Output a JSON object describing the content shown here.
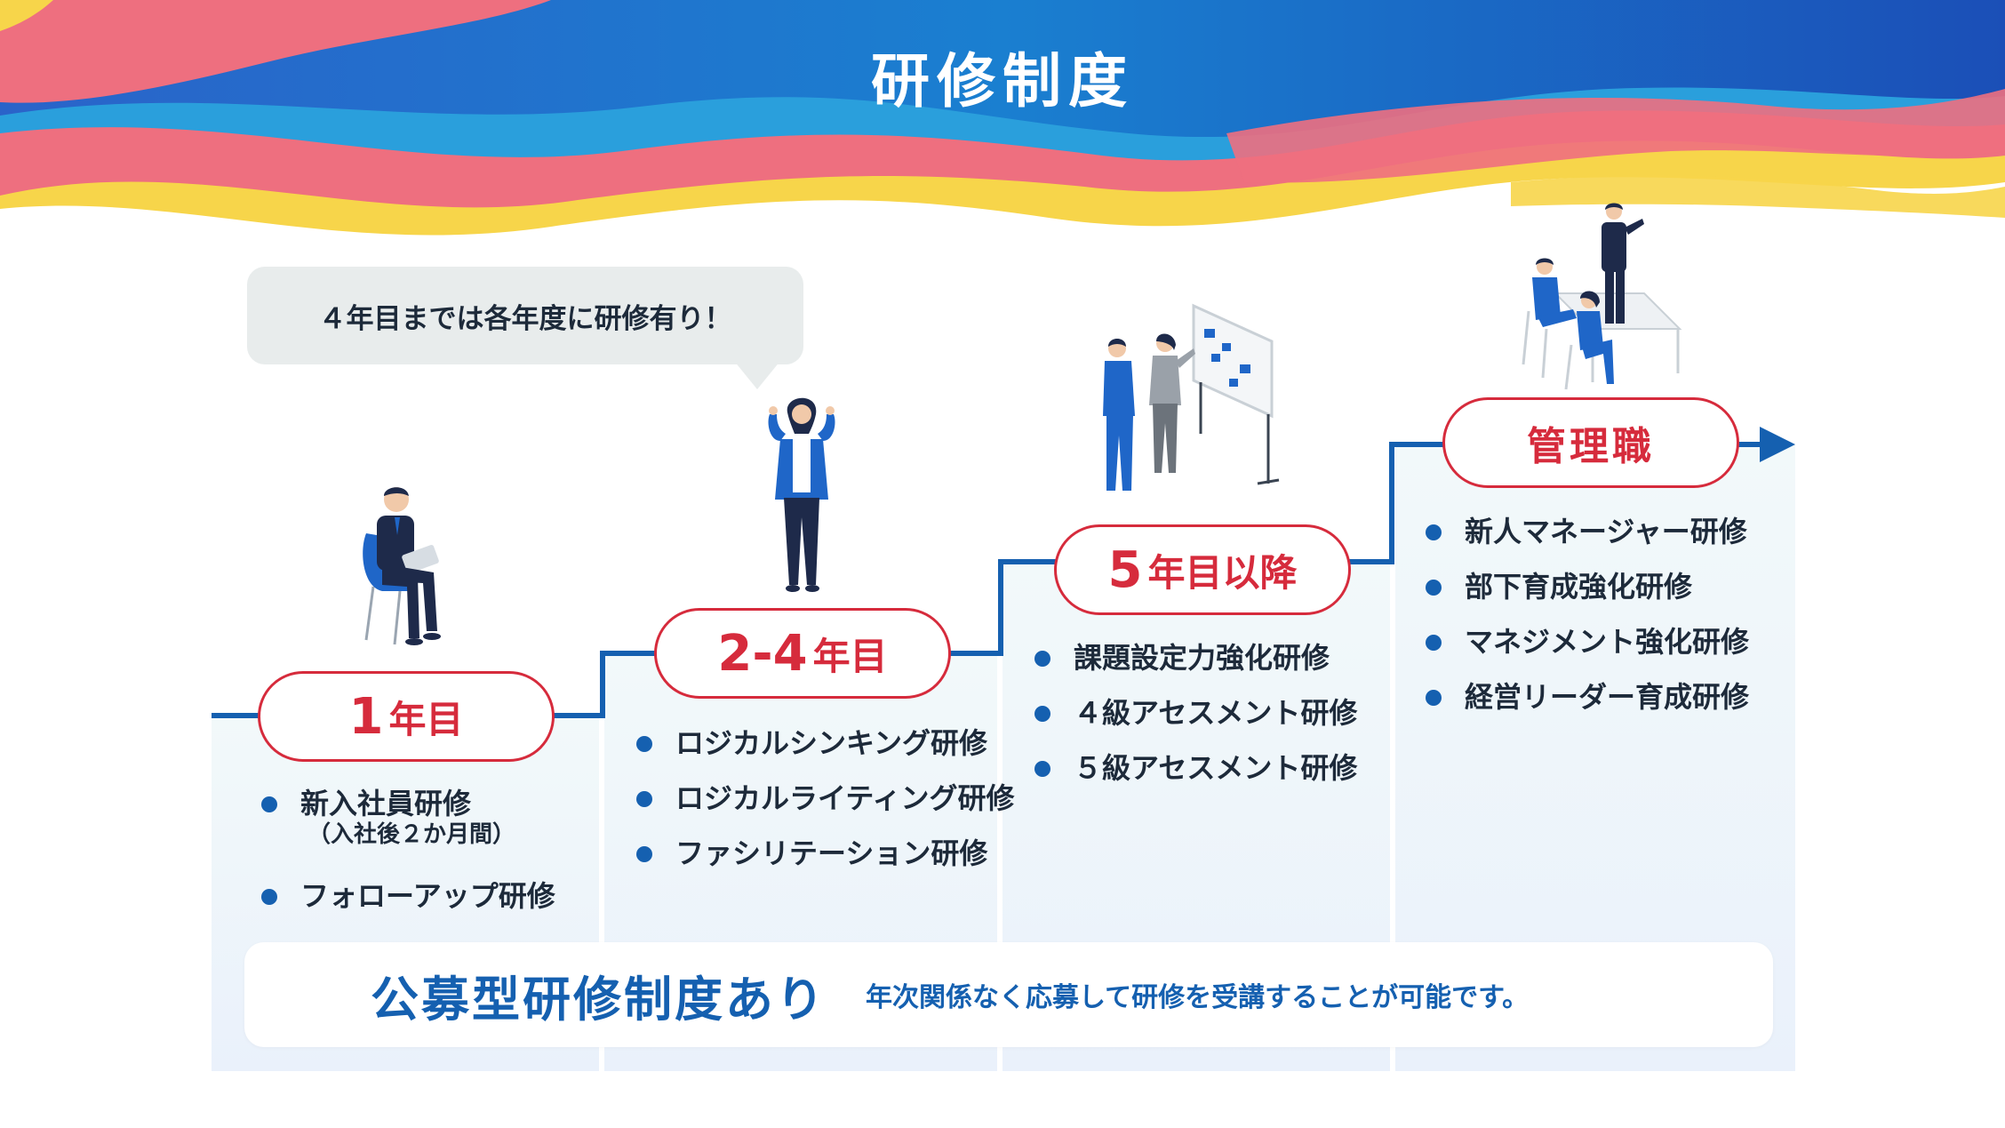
{
  "page": {
    "title": "研修制度"
  },
  "bubble": {
    "text": "４年目までは各年度に研修有り！"
  },
  "stages": [
    {
      "label_number": "1",
      "label_unit": "年目",
      "items": [
        {
          "text": "新入社員研修",
          "sub": "（入社後２か月間）"
        },
        {
          "text": "フォローアップ研修"
        }
      ]
    },
    {
      "label_number": "2-4",
      "label_unit": "年目",
      "items": [
        {
          "text": "ロジカルシンキング研修"
        },
        {
          "text": "ロジカルライティング研修"
        },
        {
          "text": "ファシリテーション研修"
        }
      ]
    },
    {
      "label_number": "5",
      "label_unit": "年目以降",
      "items": [
        {
          "text": "課題設定力強化研修"
        },
        {
          "text": "４級アセスメント研修"
        },
        {
          "text": "５級アセスメント研修"
        }
      ]
    },
    {
      "label_text": "管理職",
      "items": [
        {
          "text": "新人マネージャー研修"
        },
        {
          "text": "部下育成強化研修"
        },
        {
          "text": "マネジメント強化研修"
        },
        {
          "text": "経営リーダー育成研修"
        }
      ]
    }
  ],
  "banner": {
    "title": "公募型研修制度あり",
    "description": "年次関係なく応募して研修を受講することが可能です。"
  },
  "colors": {
    "accent_red": "#d62b3c",
    "accent_blue": "#1560b0",
    "wave_blue": "#1a72c9",
    "wave_pink": "#ee6f7f",
    "wave_yellow": "#f7d54a"
  },
  "icons": [
    "person-sitting-laptop-icon",
    "person-cheering-icon",
    "people-whiteboard-icon",
    "people-meeting-icon",
    "arrow-right-icon"
  ]
}
